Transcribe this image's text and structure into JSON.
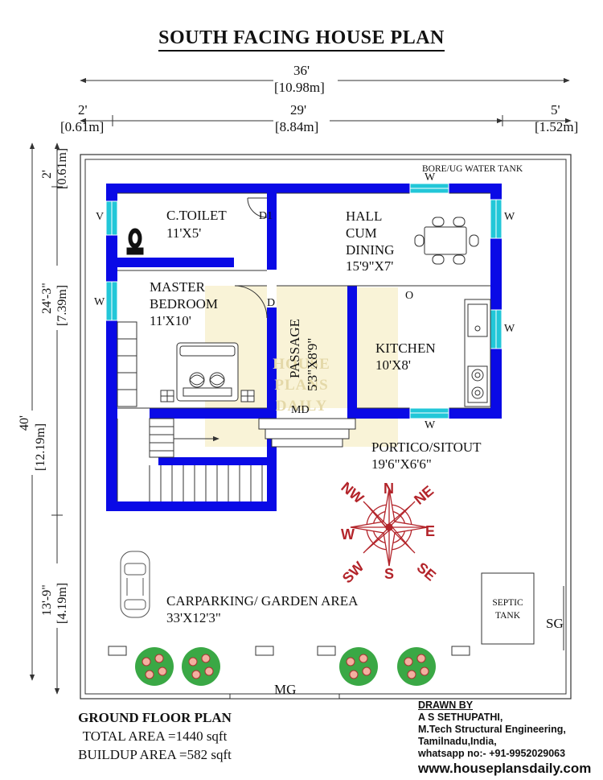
{
  "title": "SOUTH FACING HOUSE PLAN",
  "dimensions": {
    "overall_width_ft": "36'",
    "overall_width_m": "[10.98m]",
    "left_setback_ft": "2'",
    "left_setback_m": "[0.61m]",
    "built_width_ft": "29'",
    "built_width_m": "[8.84m]",
    "right_setback_ft": "5'",
    "right_setback_m": "[1.52m]",
    "overall_depth_ft": "40'",
    "overall_depth_m": "[12.19m]",
    "rear_setback_ft": "2'",
    "rear_setback_m": "[0.61m]",
    "built_depth_ft": "24'-3\"",
    "built_depth_m": "[7.39m]",
    "front_setback_ft": "13'-9\"",
    "front_setback_m": "[4.19m]"
  },
  "rooms": {
    "toilet": {
      "name": "C.TOILET",
      "size": "11'X5'"
    },
    "hall": {
      "line1": "HALL",
      "line2": "CUM",
      "line3": "DINING",
      "size": "15'9\"X7'"
    },
    "master": {
      "name1": "MASTER",
      "name2": "BEDROOM",
      "size": "11'X10'"
    },
    "passage": {
      "name": "PASSAGE",
      "size": "5'3\"X8'9\""
    },
    "kitchen": {
      "name": "KITCHEN",
      "size": "10'X8'"
    },
    "portico": {
      "name": "PORTICO/SITOUT",
      "size": "19'6\"X6'6\""
    },
    "parking": {
      "name": "CARPARKING/ GARDEN AREA",
      "size": "33'X12'3\""
    },
    "septic": {
      "line1": "SEPTIC",
      "line2": "TANK"
    }
  },
  "labels": {
    "water_tank": "BORE/UG WATER TANK",
    "window": "W",
    "ventilator": "V",
    "door1": "D1",
    "door": "D",
    "opening": "O",
    "main_door": "MD",
    "main_gate": "MG",
    "side_gate": "SG"
  },
  "compass": {
    "n": "N",
    "s": "S",
    "e": "E",
    "w": "W",
    "ne": "NE",
    "nw": "NW",
    "se": "SE",
    "sw": "SW"
  },
  "watermark": {
    "line1": "HOUSE",
    "line2": "PLANS",
    "line3": "DAILY"
  },
  "footer": {
    "plan_name": "GROUND FLOOR PLAN",
    "total_area": "TOTAL AREA =1440 sqft",
    "buildup_area": "BUILDUP AREA =582 sqft",
    "drawn_by": "DRAWN BY",
    "author": "A S SETHUPATHI,",
    "qualification": "M.Tech Structural Engineering,",
    "location": "Tamilnadu,India,",
    "whatsapp": "whatsapp no:- +91-9952029063",
    "website": "www.houseplansdaily.com"
  },
  "colors": {
    "wall": "#0a0ae6",
    "window": "#22c7d8",
    "compass": "#b3242a",
    "watermark": "#f3e9b8"
  }
}
